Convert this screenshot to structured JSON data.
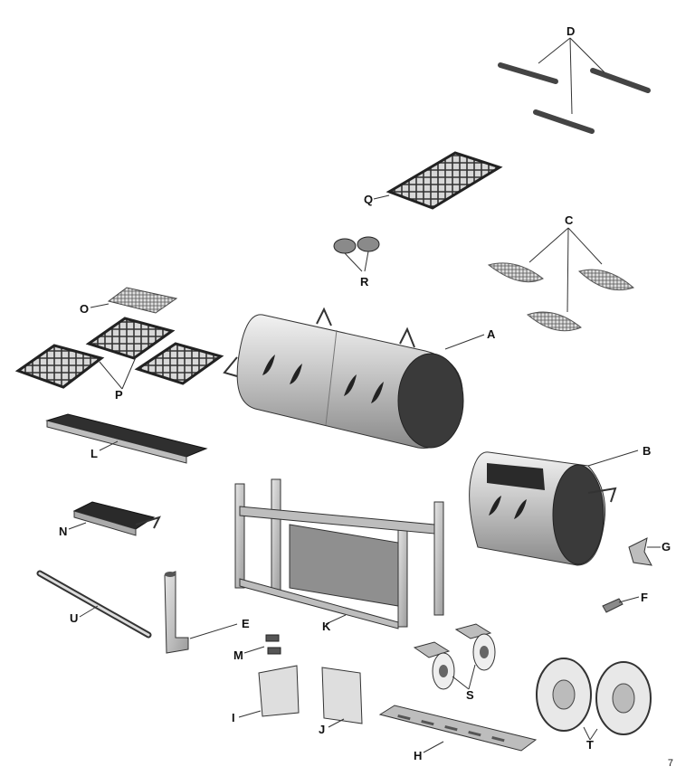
{
  "diagram": {
    "labels": {
      "A": "A",
      "B": "B",
      "C": "C",
      "D": "D",
      "E": "E",
      "F": "F",
      "G": "G",
      "H": "H",
      "I": "I",
      "J": "J",
      "K": "K",
      "L": "L",
      "M": "M",
      "N": "N",
      "O": "O",
      "P": "P",
      "Q": "Q",
      "R": "R",
      "S": "S",
      "T": "T",
      "U": "U"
    },
    "page_number": "7"
  }
}
